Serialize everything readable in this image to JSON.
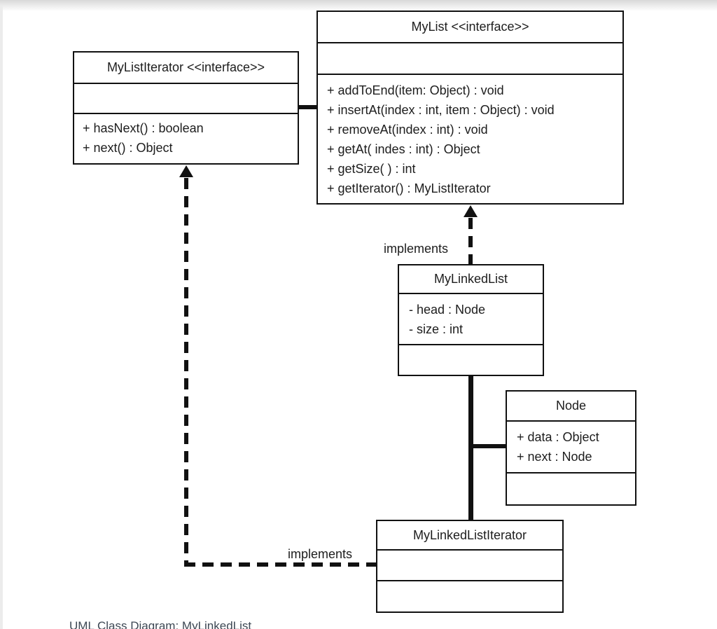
{
  "page": {
    "caption": "UML Class Diagram: MyLinkedList"
  },
  "diagram": {
    "classes": [
      {
        "id": "mylist",
        "title": "MyList <<interface>>",
        "attributes": [],
        "methods": [
          "+ addToEnd(item: Object) : void",
          "+ insertAt(index : int, item : Object) : void",
          "+ removeAt(index : int) : void",
          "+ getAt( indes : int) : Object",
          "+ getSize( ) : int",
          "+ getIterator() : MyListIterator"
        ]
      },
      {
        "id": "mylistiterator",
        "title": "MyListIterator <<interface>>",
        "attributes": [],
        "methods": [
          "+ hasNext() : boolean",
          "+ next() : Object"
        ]
      },
      {
        "id": "mylinkedlist",
        "title": "MyLinkedList",
        "attributes": [
          "- head : Node",
          "- size : int"
        ],
        "methods": []
      },
      {
        "id": "node",
        "title": "Node",
        "attributes": [
          "+ data : Object",
          "+ next : Node"
        ],
        "methods": []
      },
      {
        "id": "mylinkedlistiterator",
        "title": "MyLinkedListIterator",
        "attributes": [],
        "methods": []
      }
    ],
    "relationships": [
      {
        "id": "mylinkedlist-implements-mylist",
        "type": "realization",
        "label": "implements"
      },
      {
        "id": "mylinkedlistiterator-implements-mylistiterator",
        "type": "realization",
        "label": "implements"
      },
      {
        "id": "mylistiterator-mylist",
        "type": "association",
        "label": ""
      },
      {
        "id": "mylinkedlist-node",
        "type": "association",
        "label": ""
      },
      {
        "id": "mylinkedlist-mylinkedlistiterator",
        "type": "association",
        "label": ""
      }
    ]
  },
  "colors": {
    "line": "#111111",
    "text": "#1d1d1d",
    "caption": "#3d4854",
    "edge": "#ececec",
    "background": "#ffffff"
  }
}
